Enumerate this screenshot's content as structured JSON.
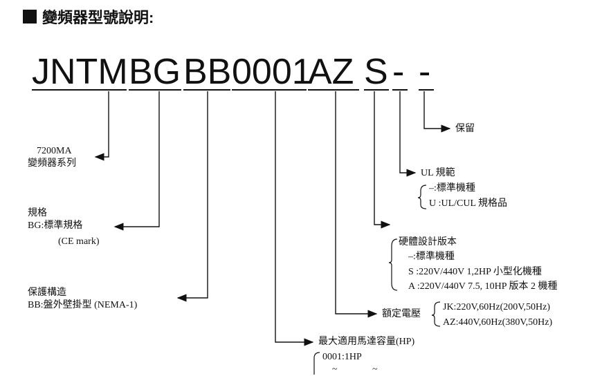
{
  "heading": "變頻器型號說明:",
  "code": {
    "part_jntm": "JNTM",
    "part_bg": "BG",
    "part_bb": "BB",
    "part_hp": "0001",
    "part_az": "AZ",
    "part_s": "S",
    "part_dash1": "-",
    "part_dash2": "-"
  },
  "labels": {
    "series": {
      "line1": "7200MA",
      "line2": "變頻器系列"
    },
    "spec": {
      "line1": "規格",
      "line2": "BG:標準規格",
      "line3": "(CE mark)"
    },
    "enclosure": {
      "line1": "保護構造",
      "line2": "BB:盤外壁掛型 (NEMA-1)"
    },
    "hp": {
      "title": "最大適用馬達容量(HP)",
      "line1": "0001:1HP",
      "line2": "~"
    },
    "voltage": {
      "title": "額定電壓",
      "line1": "JK:220V,60Hz(200V,50Hz)",
      "line2": "AZ:440V,60Hz(380V,50Hz)"
    },
    "hw": {
      "title": "硬體設計版本",
      "line1": "–:標準機種",
      "line2": "S :220V/440V 1,2HP 小型化機種",
      "line3": "A :220V/440V 7.5, 10HP 版本 2 機種"
    },
    "ul": {
      "title": "UL 規範",
      "line1": "–:標準機種",
      "line2": "U :UL/CUL 規格品"
    },
    "reserved": "保留"
  }
}
